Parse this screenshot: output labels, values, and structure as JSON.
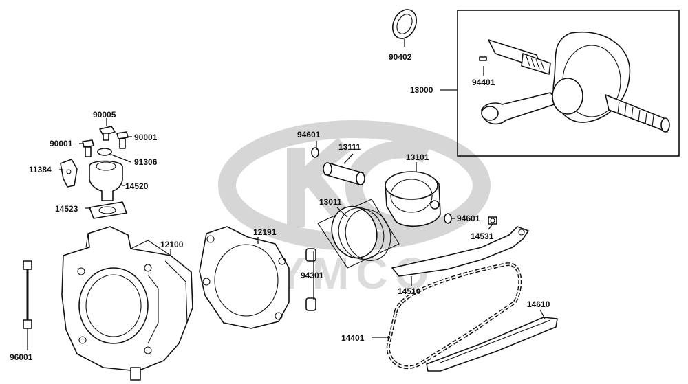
{
  "watermark": {
    "brand": "KYMCO"
  },
  "colors": {
    "line": "#111111",
    "watermark": "#d6d6d6",
    "background": "#ffffff"
  },
  "parts": {
    "p90402": "90402",
    "p13000": "13000",
    "p94401": "94401",
    "p90005": "90005",
    "p90001_left": "90001",
    "p90001_right": "90001",
    "p91306": "91306",
    "p11384": "11384",
    "p14520": "14520",
    "p14523": "14523",
    "p94601_top": "94601",
    "p13111": "13111",
    "p13101": "13101",
    "p13011": "13011",
    "p94601_right": "94601",
    "p14531": "14531",
    "p12100": "12100",
    "p12191": "12191",
    "p94301": "94301",
    "p14510": "14510",
    "p14610": "14610",
    "p14401": "14401",
    "p96001": "96001"
  }
}
